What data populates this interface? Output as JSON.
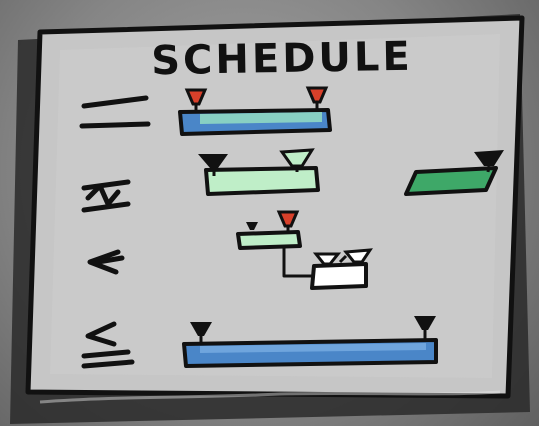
{
  "board": {
    "title": "SCHEDULE",
    "caption": "",
    "colors": {
      "paper": "#c9c9c9",
      "ink": "#111111",
      "accent_red": "#d8402a",
      "bar_blue": "#4a86c8",
      "bar_light_green": "#bfeec8",
      "bar_green": "#3ea868",
      "bar_white": "#ffffff"
    }
  },
  "rows": [
    {
      "icon": "double-line-icon",
      "bars": [
        {
          "color": "bar_blue",
          "start_marker": "accent_red",
          "end_marker": "accent_red"
        }
      ]
    },
    {
      "icon": "scribble-arrow-icon",
      "bars": [
        {
          "color": "bar_light_green",
          "start_marker": "ink",
          "end_marker": "ink"
        },
        {
          "color": "bar_green",
          "start_marker": "none",
          "end_marker": "ink"
        }
      ]
    },
    {
      "icon": "small-arrow-icon",
      "bars": [
        {
          "color": "bar_light_green",
          "start_marker": "ink",
          "end_marker": "accent_red"
        },
        {
          "color": "bar_white",
          "start_marker": "ink",
          "end_marker": "ink",
          "dependency": "previous"
        }
      ]
    },
    {
      "icon": "less-equal-icon",
      "bars": [
        {
          "color": "bar_blue",
          "start_marker": "ink",
          "end_marker": "ink"
        }
      ]
    }
  ]
}
